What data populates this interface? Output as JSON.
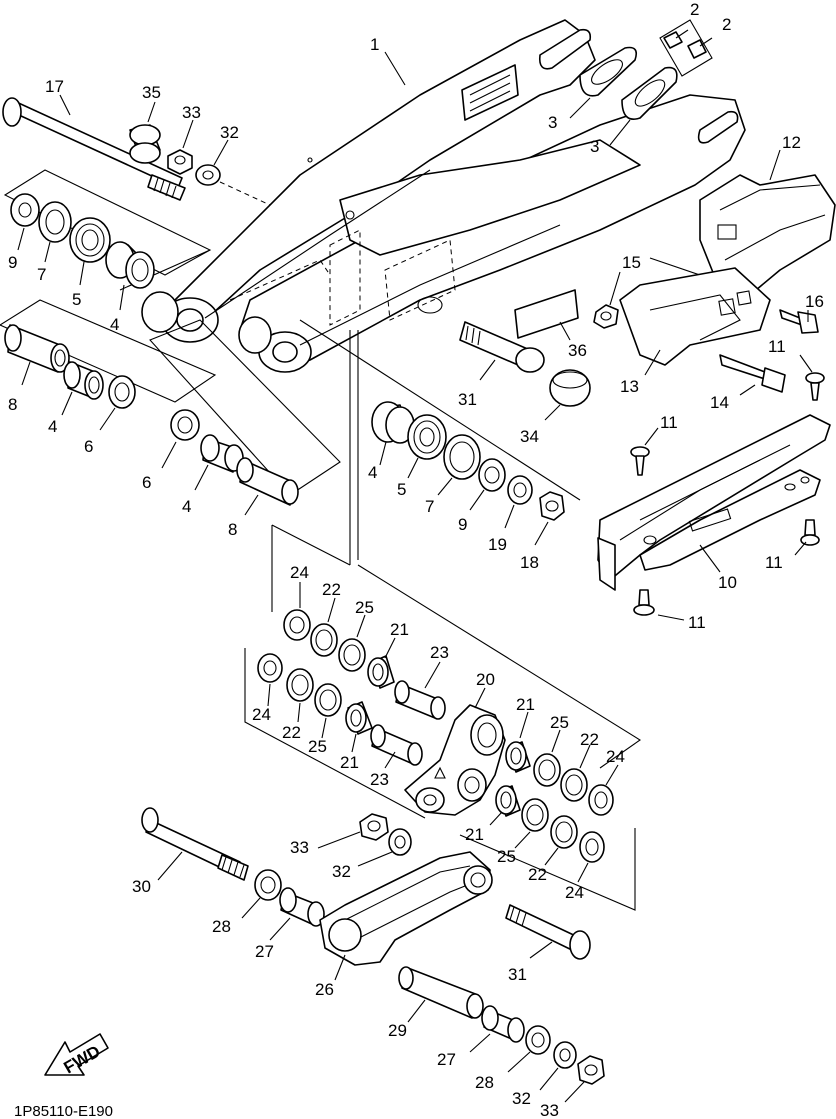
{
  "diagram": {
    "code": "1P85110-E190",
    "fwd_label": "FWD",
    "labels": {
      "l1": "1",
      "l2a": "2",
      "l2b": "2",
      "l3a": "3",
      "l3b": "3",
      "l4a": "4",
      "l4b": "4",
      "l4c": "4",
      "l4d": "4",
      "l5a": "5",
      "l5b": "5",
      "l6a": "6",
      "l6b": "6",
      "l7a": "7",
      "l7b": "7",
      "l8a": "8",
      "l8b": "8",
      "l9a": "9",
      "l9b": "9",
      "l10": "10",
      "l11a": "11",
      "l11b": "11",
      "l11c": "11",
      "l11d": "11",
      "l12": "12",
      "l13": "13",
      "l14": "14",
      "l15": "15",
      "l16": "16",
      "l17": "17",
      "l18": "18",
      "l19": "19",
      "l20": "20",
      "l21a": "21",
      "l21b": "21",
      "l21c": "21",
      "l21d": "21",
      "l22a": "22",
      "l22b": "22",
      "l22c": "22",
      "l22d": "22",
      "l23a": "23",
      "l23b": "23",
      "l24a": "24",
      "l24b": "24",
      "l24c": "24",
      "l24d": "24",
      "l25a": "25",
      "l25b": "25",
      "l25c": "25",
      "l25d": "25",
      "l26": "26",
      "l27a": "27",
      "l27b": "27",
      "l28a": "28",
      "l28b": "28",
      "l29": "29",
      "l30": "30",
      "l31a": "31",
      "l31b": "31",
      "l32a": "32",
      "l32b": "32",
      "l32c": "32",
      "l33a": "33",
      "l33b": "33",
      "l33c": "33",
      "l34": "34",
      "l35": "35",
      "l36": "36"
    }
  }
}
